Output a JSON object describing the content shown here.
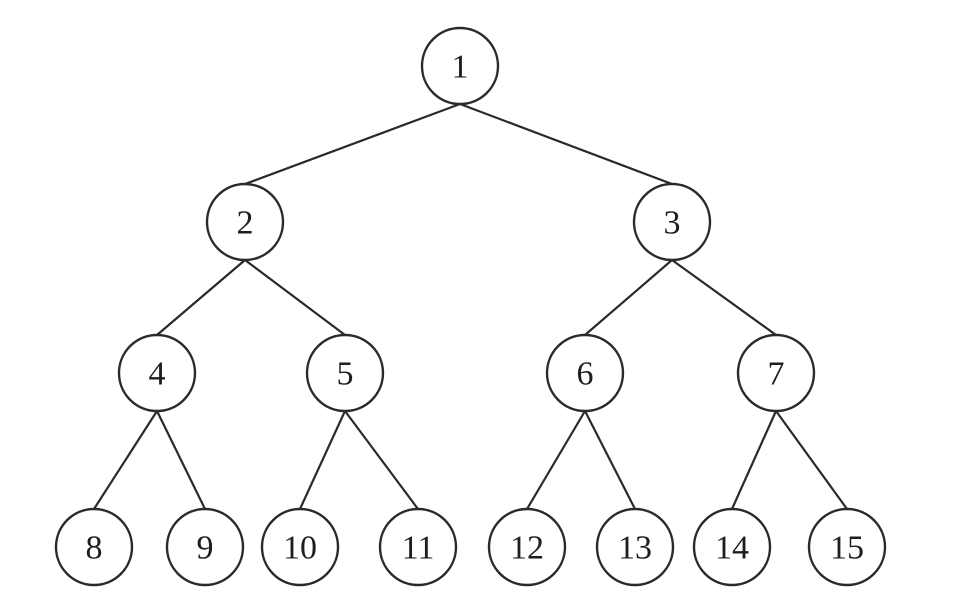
{
  "diagram": {
    "type": "binary-tree",
    "colors": {
      "stroke": "#2a2a2a",
      "text": "#1e1e1e",
      "background": "#ffffff"
    },
    "nodes": [
      {
        "id": 1,
        "label": "1"
      },
      {
        "id": 2,
        "label": "2"
      },
      {
        "id": 3,
        "label": "3"
      },
      {
        "id": 4,
        "label": "4"
      },
      {
        "id": 5,
        "label": "5"
      },
      {
        "id": 6,
        "label": "6"
      },
      {
        "id": 7,
        "label": "7"
      },
      {
        "id": 8,
        "label": "8"
      },
      {
        "id": 9,
        "label": "9"
      },
      {
        "id": 10,
        "label": "10"
      },
      {
        "id": 11,
        "label": "11"
      },
      {
        "id": 12,
        "label": "12"
      },
      {
        "id": 13,
        "label": "13"
      },
      {
        "id": 14,
        "label": "14"
      },
      {
        "id": 15,
        "label": "15"
      }
    ],
    "edges": [
      [
        1,
        2
      ],
      [
        1,
        3
      ],
      [
        2,
        4
      ],
      [
        2,
        5
      ],
      [
        3,
        6
      ],
      [
        3,
        7
      ],
      [
        4,
        8
      ],
      [
        4,
        9
      ],
      [
        5,
        10
      ],
      [
        5,
        11
      ],
      [
        6,
        12
      ],
      [
        6,
        13
      ],
      [
        7,
        14
      ],
      [
        7,
        15
      ]
    ]
  }
}
